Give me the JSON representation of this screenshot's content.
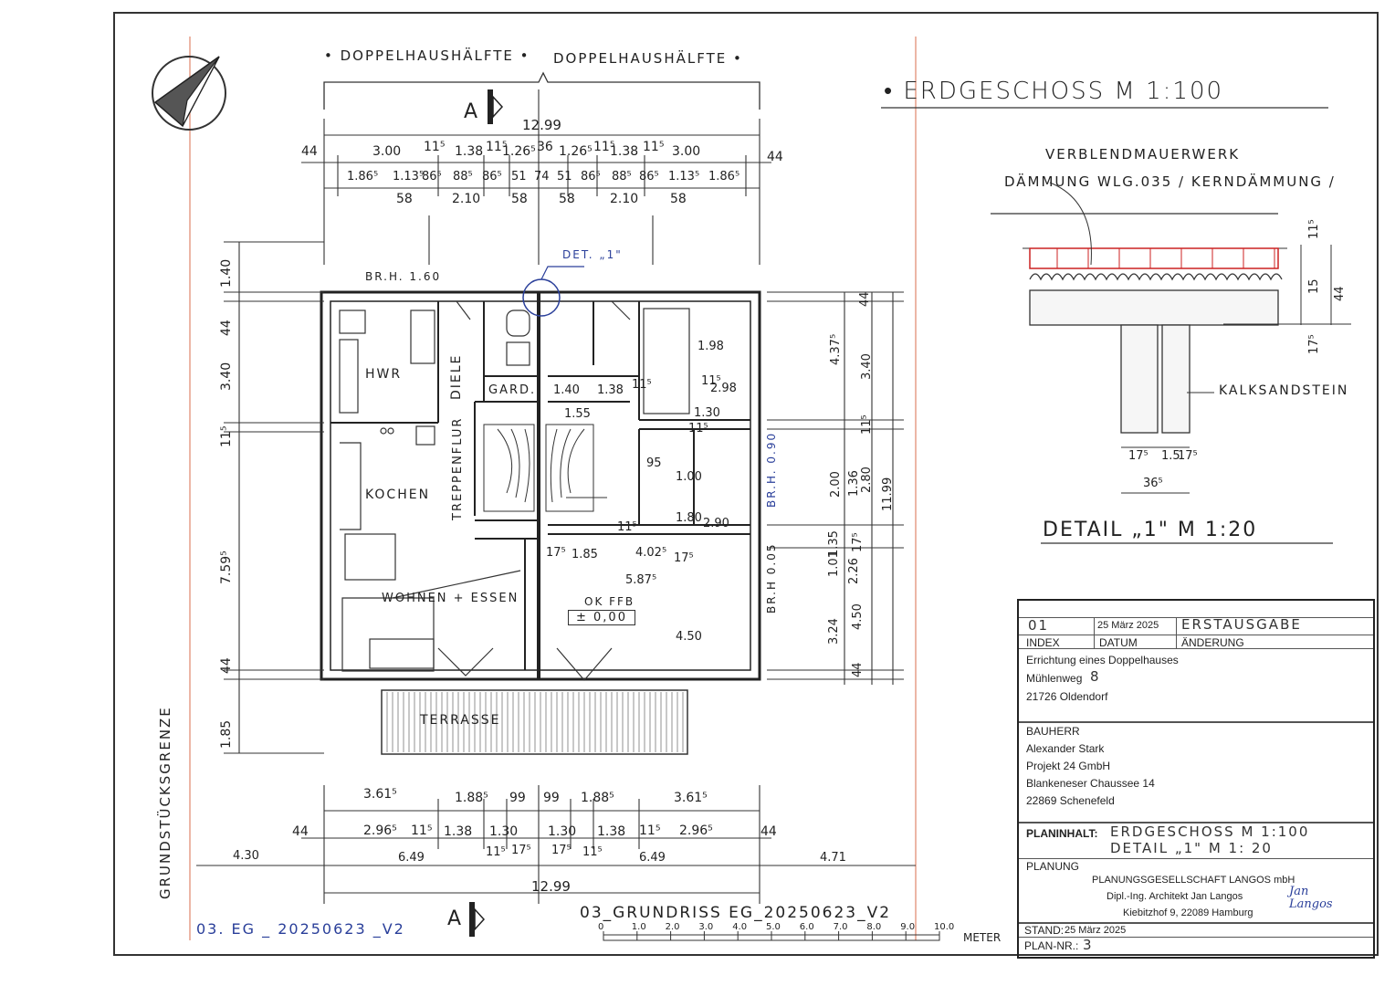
{
  "header": {
    "left_label": "• DOPPELHAUSHÄLFTE •",
    "right_label": "DOPPELHAUSHÄLFTE •",
    "sheet_title": "• ERDGESCHOSS    M 1:100"
  },
  "dimensions_top": {
    "overall": "12.99",
    "row1": [
      "44",
      "3.00",
      "11⁵",
      "1.38",
      "11⁵",
      "1.26⁵",
      "36",
      "1.26⁵",
      "11⁵",
      "1.38",
      "11⁵",
      "3.00",
      "44"
    ],
    "row2": [
      "1.86⁵",
      "1.13⁵",
      "86⁵",
      "88⁵",
      "86⁵",
      "51",
      "74",
      "51",
      "86⁵",
      "88⁵",
      "86⁵",
      "1.13⁵",
      "1.86⁵"
    ],
    "row3": [
      "58",
      "2.10",
      "58",
      "58",
      "2.10",
      "58"
    ]
  },
  "dimensions_bottom": {
    "row1": [
      "3.61⁵",
      "1.88⁵",
      "99",
      "99",
      "1.88⁵",
      "3.61⁵"
    ],
    "row2": [
      "44",
      "2.96⁵",
      "11⁵",
      "1.38",
      "1.30",
      "1.30",
      "1.38",
      "11⁵",
      "2.96⁵",
      "44"
    ],
    "row3": [
      "4.30",
      "6.49",
      "11⁵",
      "17⁵",
      "17⁵",
      "11⁵",
      "6.49",
      "4.71"
    ],
    "overall": "12.99"
  },
  "dimensions_left": [
    "1.40",
    "44",
    "3.40",
    "11⁵",
    "7.59⁵",
    "44",
    "1.85"
  ],
  "dimensions_right": [
    "44",
    "4.37⁵",
    "3.40",
    "11⁵",
    "11.99",
    "2.00",
    "2.80",
    "1.36",
    "1.35",
    "1.01",
    "2.26",
    "17⁵",
    "4.50",
    "3.24",
    "44"
  ],
  "rooms": {
    "hwr": "HWR",
    "diele": "DIELE",
    "gard": "GARD.",
    "kochen": "KOCHEN",
    "treppenflur": "TREPPENFLUR",
    "wohnen": "WOHNEN + ESSEN",
    "terrasse": "TERRASSE",
    "ok_ffb": "OK FFB",
    "ok_value": "± 0,00"
  },
  "annotations": {
    "brh_160": "BR.H. 1.60",
    "brh_090": "BR.H. 0.90",
    "brh_005": "BR.H 0.05",
    "detail_ref": "DET. „1\"",
    "section_a_top": "A",
    "section_a_bottom": "A",
    "grundstuecksgrenze": "GRUNDSTÜCKSGRENZE",
    "inner": [
      "1.40",
      "1.38",
      "11⁵",
      "2.98",
      "1.55",
      "1.98",
      "11⁵",
      "1.30",
      "11⁵",
      "95",
      "1.00",
      "1.80",
      "2.90",
      "17⁵",
      "1.85",
      "4.02⁵",
      "17⁵",
      "5.87⁵",
      "4.50",
      "11⁵"
    ]
  },
  "detail": {
    "label_verblend": "VERBLENDMAUERWERK",
    "label_daemmung": "DÄMMUNG WLG.035 / KERNDÄMMUNG /",
    "label_kalksandstein": "KALKSANDSTEIN",
    "dims_right": [
      "11⁵",
      "15",
      "44",
      "17⁵"
    ],
    "dims_bottom": [
      "17⁵",
      "1.5",
      "17⁵",
      "36⁵"
    ],
    "title": "DETAIL „1\"  M 1:20"
  },
  "title_block": {
    "index_value": "01",
    "date_value": "25 März 2025",
    "change_value": "ERSTAUSGABE",
    "index_header": "INDEX",
    "date_header": "DATUM",
    "change_header": "ÄNDERUNG",
    "project_line1": "Errichtung eines Doppelhauses",
    "project_line2": "Mühlenweg",
    "project_number": "8",
    "project_line3": "21726 Oldendorf",
    "bauherr_header": "BAUHERR",
    "bauherr": [
      "Alexander Stark",
      "Projekt 24 GmbH",
      "Blankeneser Chaussee 14",
      "22869 Schenefeld"
    ],
    "planinhalt_header": "PLANINHALT:",
    "planinhalt_line1": "ERDGESCHOSS   M 1:100",
    "planinhalt_line2": "DETAIL „1\"   M 1: 20",
    "planung_header": "PLANUNG",
    "planung": [
      "PLANUNGSGESELLSCHAFT LANGOS mbH",
      "Dipl.-Ing. Architekt Jan Langos",
      "Kiebitzhof 9, 22089 Hamburg"
    ],
    "signature": "Jan Langos",
    "stand_label": "STAND:",
    "stand_value": "25 März 2025",
    "plannr_label": "PLAN-NR.:",
    "plannr_value": "3"
  },
  "footer": {
    "file_left": "03. EG _ 20250623 _V2",
    "file_center": "03_GRUNDRISS  EG_20250623_V2",
    "scale_ticks": [
      "0",
      "1.0",
      "2.0",
      "3.0",
      "4.0",
      "5.0",
      "6.0",
      "7.0",
      "8.0",
      "9.0",
      "10.0"
    ],
    "scale_unit": "METER"
  },
  "colors": {
    "ink": "#2a2a2a",
    "red_margin": "#e8a48f",
    "brick": "#cc2222",
    "blue": "#2a3f9a"
  }
}
